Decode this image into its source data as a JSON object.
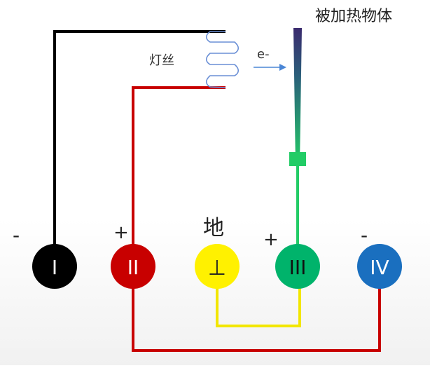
{
  "labels": {
    "heated_object": "被加热物体",
    "filament": "灯丝",
    "electron": "e-",
    "ground": "地"
  },
  "terminals": [
    {
      "numeral": "I",
      "sign": "-",
      "color": "#000000"
    },
    {
      "numeral": "II",
      "sign": "+",
      "color": "#c80000"
    },
    {
      "numeral": "⊥",
      "sign": "",
      "color": "#fff100"
    },
    {
      "numeral": "III",
      "sign": "+",
      "color": "#00b36b"
    },
    {
      "numeral": "IV",
      "sign": "-",
      "color": "#1a6fbf"
    }
  ],
  "colors": {
    "wire_black": "#000000",
    "wire_red": "#c80000",
    "wire_yellow": "#f2e600",
    "wire_green": "#22cc66",
    "coil": "#6a8fd6",
    "arrow": "#4a86d6",
    "rod_top": "#3a2a6e",
    "rod_bottom": "#22cc66"
  }
}
